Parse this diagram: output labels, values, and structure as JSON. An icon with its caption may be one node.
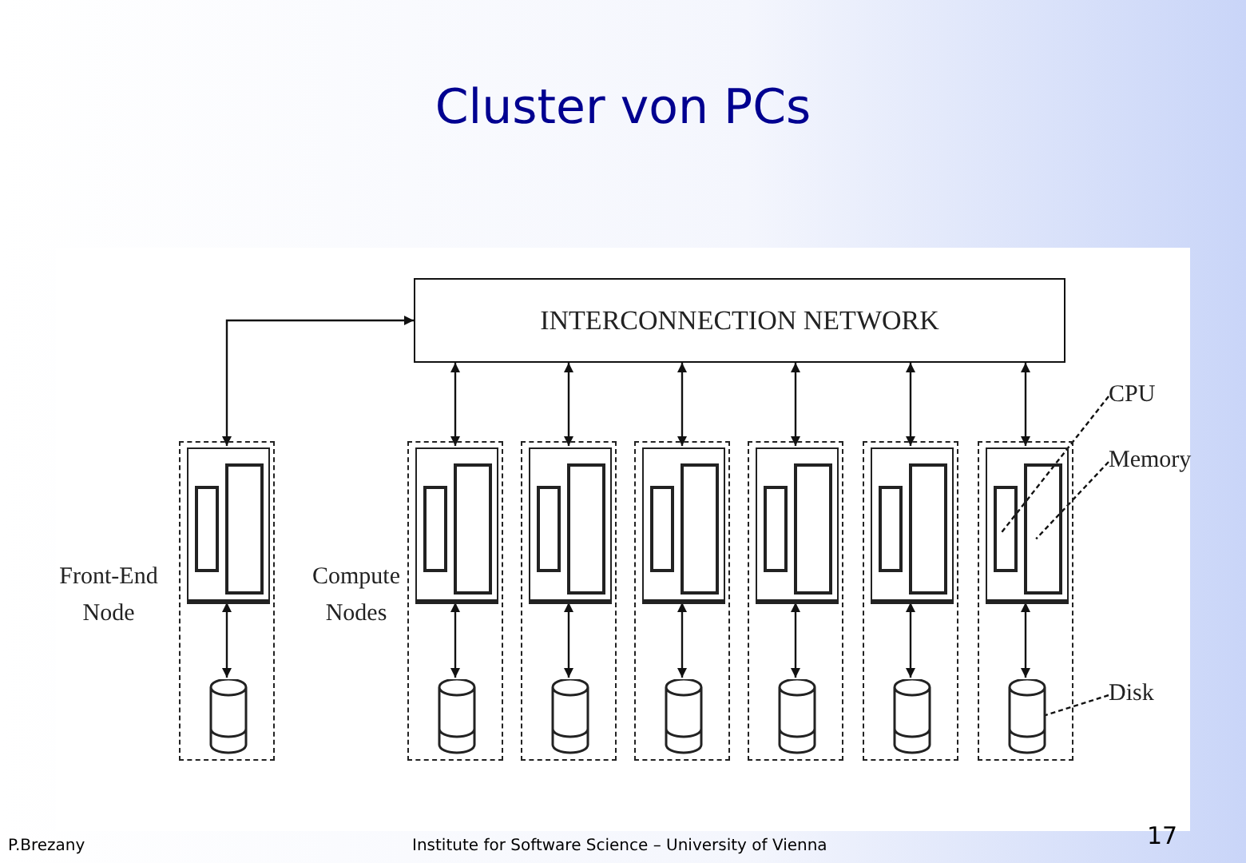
{
  "diagram": {
    "title": "Cluster von PCs",
    "nodes": [
      {
        "text": [
          "INTERCONNECTION NETWORK"
        ]
      },
      {
        "text": [],
        "shape": "box"
      },
      {
        "text": [],
        "shape": "box",
        "in": 1
      },
      {
        "text": [],
        "shape": "box",
        "in": 2
      },
      {
        "text": [],
        "shape": "box",
        "in": 2
      },
      {
        "text": [],
        "shape": "cylinder",
        "in": 1
      },
      {
        "text": [],
        "shape": "box"
      },
      {
        "text": [],
        "shape": "box",
        "in": 6
      },
      {
        "text": [],
        "shape": "box",
        "in": 7
      },
      {
        "text": [],
        "shape": "box",
        "in": 7
      },
      {
        "text": [],
        "shape": "cylinder",
        "in": 6
      },
      {
        "text": [],
        "shape": "box"
      },
      {
        "text": [],
        "shape": "box",
        "in": 11
      },
      {
        "text": [],
        "shape": "box",
        "in": 12
      },
      {
        "text": [],
        "shape": "box",
        "in": 12
      },
      {
        "text": [],
        "shape": "cylinder",
        "in": 11
      },
      {
        "text": [],
        "shape": "box"
      },
      {
        "text": [],
        "shape": "box",
        "in": 16
      },
      {
        "text": [],
        "shape": "box",
        "in": 17
      },
      {
        "text": [],
        "shape": "box",
        "in": 17
      },
      {
        "text": [],
        "shape": "cylinder",
        "in": 16
      },
      {
        "text": [],
        "shape": "box"
      },
      {
        "text": [],
        "shape": "box",
        "in": 21
      },
      {
        "text": [],
        "shape": "box",
        "in": 22
      },
      {
        "text": [],
        "shape": "box",
        "in": 22
      },
      {
        "text": [],
        "shape": "cylinder",
        "in": 21
      },
      {
        "text": [],
        "shape": "box"
      },
      {
        "text": [],
        "shape": "box",
        "in": 26
      },
      {
        "text": [],
        "shape": "box",
        "in": 27
      },
      {
        "text": [],
        "shape": "box",
        "in": 27
      },
      {
        "text": [],
        "shape": "cylinder",
        "in": 26
      },
      {
        "text": [],
        "shape": "box"
      },
      {
        "text": [],
        "shape": "box",
        "in": 31
      },
      {
        "text": [],
        "shape": "box",
        "in": 32
      },
      {
        "text": [],
        "shape": "box",
        "in": 32
      },
      {
        "text": [],
        "shape": "cylinder",
        "in": 31
      },
      {
        "text": [
          "CPU"
        ]
      },
      {
        "text": [
          "Memory"
        ]
      },
      {
        "text": [
          "Disk"
        ]
      }
    ],
    "edges": [
      {
        "from": 0,
        "to": 2,
        "arrow": "both"
      },
      {
        "from": 0,
        "to": 7,
        "arrow": "both"
      },
      {
        "from": 0,
        "to": 12,
        "arrow": "both"
      },
      {
        "from": 0,
        "to": 17,
        "arrow": "both"
      },
      {
        "from": 0,
        "to": 22,
        "arrow": "both"
      },
      {
        "from": 0,
        "to": 27,
        "arrow": "both"
      },
      {
        "from": 0,
        "to": 32,
        "arrow": "both"
      },
      {
        "from": 2,
        "to": 5,
        "arrow": "both"
      },
      {
        "from": 7,
        "to": 10,
        "arrow": "both"
      },
      {
        "from": 12,
        "to": 15,
        "arrow": "both"
      },
      {
        "from": 17,
        "to": 20,
        "arrow": "both"
      },
      {
        "from": 22,
        "to": 25,
        "arrow": "both"
      },
      {
        "from": 27,
        "to": 30,
        "arrow": "both"
      },
      {
        "from": 32,
        "to": 35,
        "arrow": "both"
      },
      {
        "from": 36,
        "to": 33,
        "arrow": "none",
        "style": "dashed"
      },
      {
        "from": 37,
        "to": 34,
        "arrow": "none",
        "style": "dashed"
      },
      {
        "from": 38,
        "to": 35,
        "arrow": "none",
        "style": "dashed"
      }
    ],
    "labels": [
      "Front-End Node",
      "Compute Nodes",
      "P.Brezany",
      "Institute for Software Science – University of Vienna",
      "17"
    ]
  }
}
